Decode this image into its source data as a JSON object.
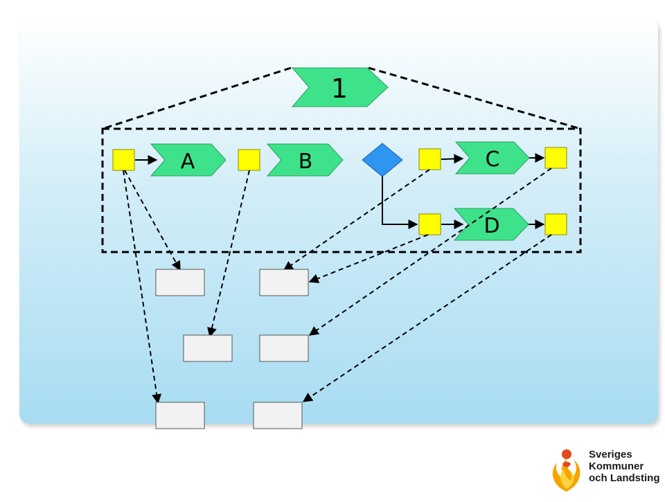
{
  "diagram": {
    "main_process": "1",
    "steps": [
      {
        "id": "A",
        "label": "A"
      },
      {
        "id": "B",
        "label": "B"
      },
      {
        "id": "C",
        "label": "C"
      },
      {
        "id": "D",
        "label": "D"
      }
    ]
  },
  "logo": {
    "lines": [
      "Sveriges",
      "Kommuner",
      "och Landsting"
    ]
  },
  "colors": {
    "process": "#3ee28a",
    "event": "#ffff00",
    "gateway": "#2e95f2",
    "box": "#f2f2f2"
  }
}
